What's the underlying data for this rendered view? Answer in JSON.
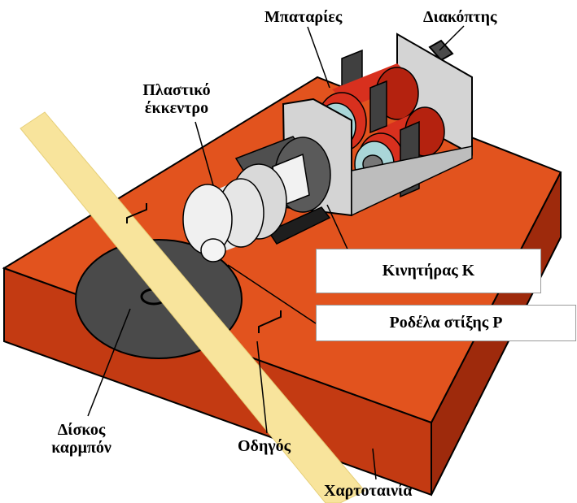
{
  "labels": {
    "batteries": "Μπαταρίες",
    "switch": "Διακόπτης",
    "eccentric_line1": "Πλαστικό",
    "eccentric_line2": "έκκεντρο",
    "motor": "Κινητήρας Κ",
    "washer": "Ροδέλα στίξης Ρ",
    "disc_line1": "Δίσκος",
    "disc_line2": "καρμπόν",
    "guide": "Οδηγός",
    "tape": "Χαρτοταινία"
  },
  "colors": {
    "base_top": "#e2531e",
    "base_front": "#c33a12",
    "base_side": "#9e2a0c",
    "tape": "#f8e49c",
    "disc": "#4a4a4a",
    "battery_red": "#d8301e",
    "battery_end": "#a9d6d8",
    "holder": "#d4d4d4",
    "motor_dark": "#4f4f4f",
    "cam": "#ececec"
  }
}
